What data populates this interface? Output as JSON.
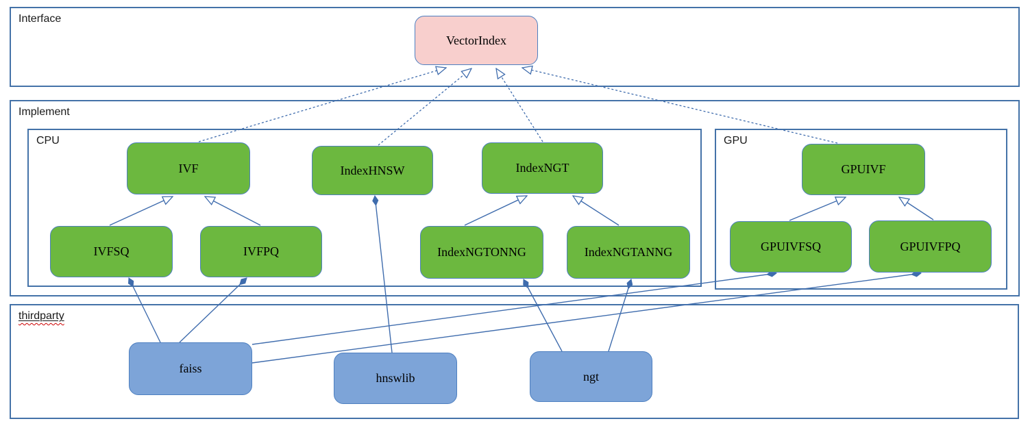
{
  "sections": {
    "interface": {
      "label": "Interface"
    },
    "implement": {
      "label": "Implement"
    },
    "cpu": {
      "label": "CPU"
    },
    "gpu": {
      "label": "GPU"
    },
    "thirdparty": {
      "label": "thirdparty"
    }
  },
  "nodes": {
    "vectorindex": {
      "label": "VectorIndex",
      "section": "interface",
      "color": "pink"
    },
    "ivf": {
      "label": "IVF",
      "section": "cpu",
      "color": "green"
    },
    "indexhnsw": {
      "label": "IndexHNSW",
      "section": "cpu",
      "color": "green"
    },
    "indexngt": {
      "label": "IndexNGT",
      "section": "cpu",
      "color": "green"
    },
    "ivfsq": {
      "label": "IVFSQ",
      "section": "cpu",
      "color": "green"
    },
    "ivfpq": {
      "label": "IVFPQ",
      "section": "cpu",
      "color": "green"
    },
    "indexngtonng": {
      "label": "IndexNGTONNG",
      "section": "cpu",
      "color": "green"
    },
    "indexngtanng": {
      "label": "IndexNGTANNG",
      "section": "cpu",
      "color": "green"
    },
    "gpuivf": {
      "label": "GPUIVF",
      "section": "gpu",
      "color": "green"
    },
    "gpuivfsq": {
      "label": "GPUIVFSQ",
      "section": "gpu",
      "color": "green"
    },
    "gpuivfpq": {
      "label": "GPUIVFPQ",
      "section": "gpu",
      "color": "green"
    },
    "faiss": {
      "label": "faiss",
      "section": "thirdparty",
      "color": "blue"
    },
    "hnswlib": {
      "label": "hnswlib",
      "section": "thirdparty",
      "color": "blue"
    },
    "ngt": {
      "label": "ngt",
      "section": "thirdparty",
      "color": "blue"
    }
  },
  "edges": {
    "realization_dashed_hollow_arrow": [
      {
        "from": "IVF",
        "to": "VectorIndex"
      },
      {
        "from": "IndexHNSW",
        "to": "VectorIndex"
      },
      {
        "from": "IndexNGT",
        "to": "VectorIndex"
      },
      {
        "from": "GPUIVF",
        "to": "VectorIndex"
      }
    ],
    "generalization_solid_hollow_arrow": [
      {
        "from": "IVFSQ",
        "to": "IVF"
      },
      {
        "from": "IVFPQ",
        "to": "IVF"
      },
      {
        "from": "IndexNGTONNG",
        "to": "IndexNGT"
      },
      {
        "from": "IndexNGTANNG",
        "to": "IndexNGT"
      },
      {
        "from": "GPUIVFSQ",
        "to": "GPUIVF"
      },
      {
        "from": "GPUIVFPQ",
        "to": "GPUIVF"
      }
    ],
    "composition_filled_diamond": [
      {
        "owner": "IVFSQ",
        "uses": "faiss"
      },
      {
        "owner": "IVFPQ",
        "uses": "faiss"
      },
      {
        "owner": "IndexHNSW",
        "uses": "hnswlib"
      },
      {
        "owner": "IndexNGTONNG",
        "uses": "ngt"
      },
      {
        "owner": "IndexNGTANNG",
        "uses": "ngt"
      },
      {
        "owner": "GPUIVFSQ",
        "uses": "faiss"
      },
      {
        "owner": "GPUIVFPQ",
        "uses": "faiss"
      }
    ]
  },
  "colors": {
    "green_fill": "#6cb83f",
    "pink_fill": "#f8cfcd",
    "blue_fill": "#7da4d8",
    "node_border": "#4d7fc0",
    "section_border": "#4472a8",
    "line": "#3f6cad",
    "spellcheck_underline": "#cc0000"
  }
}
